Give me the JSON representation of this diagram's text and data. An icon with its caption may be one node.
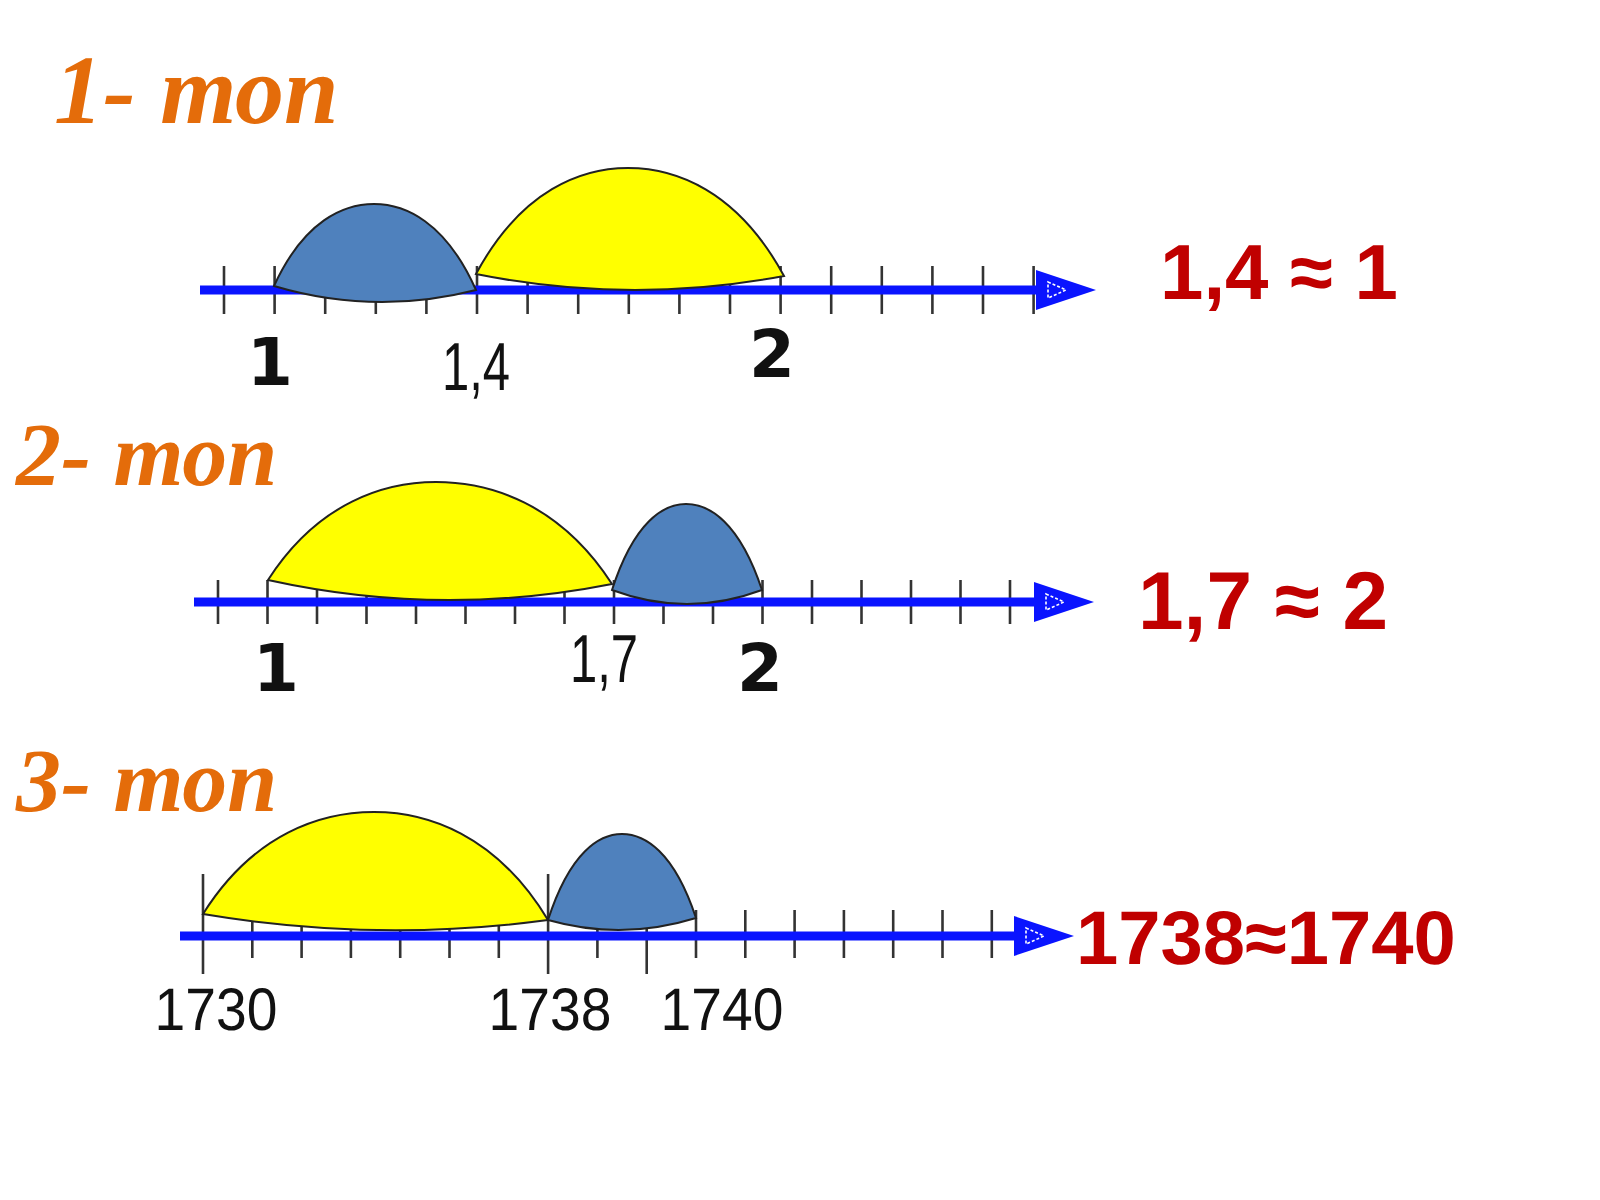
{
  "diagram": {
    "labels": [
      "1- топ",
      "1,4 ≈ 1",
      "1",
      "1,4",
      "2",
      "2- топ",
      "1,7 ≈ 2",
      "1",
      "1,7",
      "2",
      "3- топ",
      "1738≈1740",
      "1730",
      "1738",
      "1740"
    ]
  }
}
